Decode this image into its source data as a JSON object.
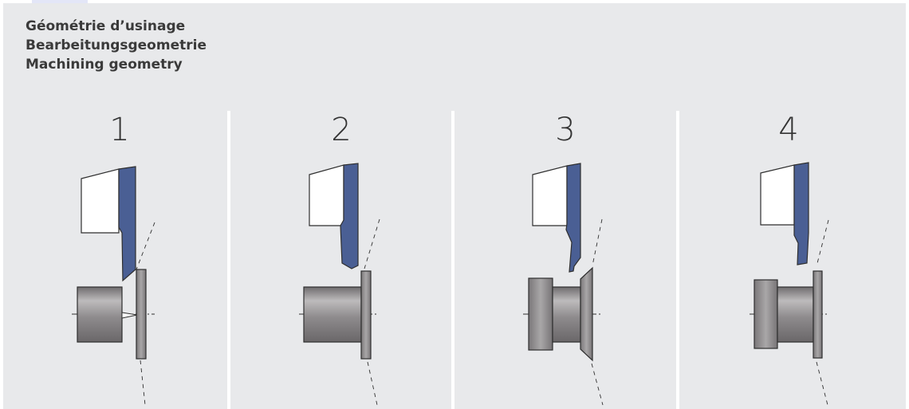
{
  "titles": {
    "fr": "Géométrie d’usinage",
    "de": "Bearbeitungsgeometrie",
    "en": "Machining geometry"
  },
  "steps": [
    {
      "number": "1"
    },
    {
      "number": "2"
    },
    {
      "number": "3"
    },
    {
      "number": "4"
    }
  ],
  "colors": {
    "background": "#e8e9eb",
    "tool_blade": "#4a5f94",
    "workpiece": "#7d7a7c",
    "outline": "#2f2f2f"
  }
}
